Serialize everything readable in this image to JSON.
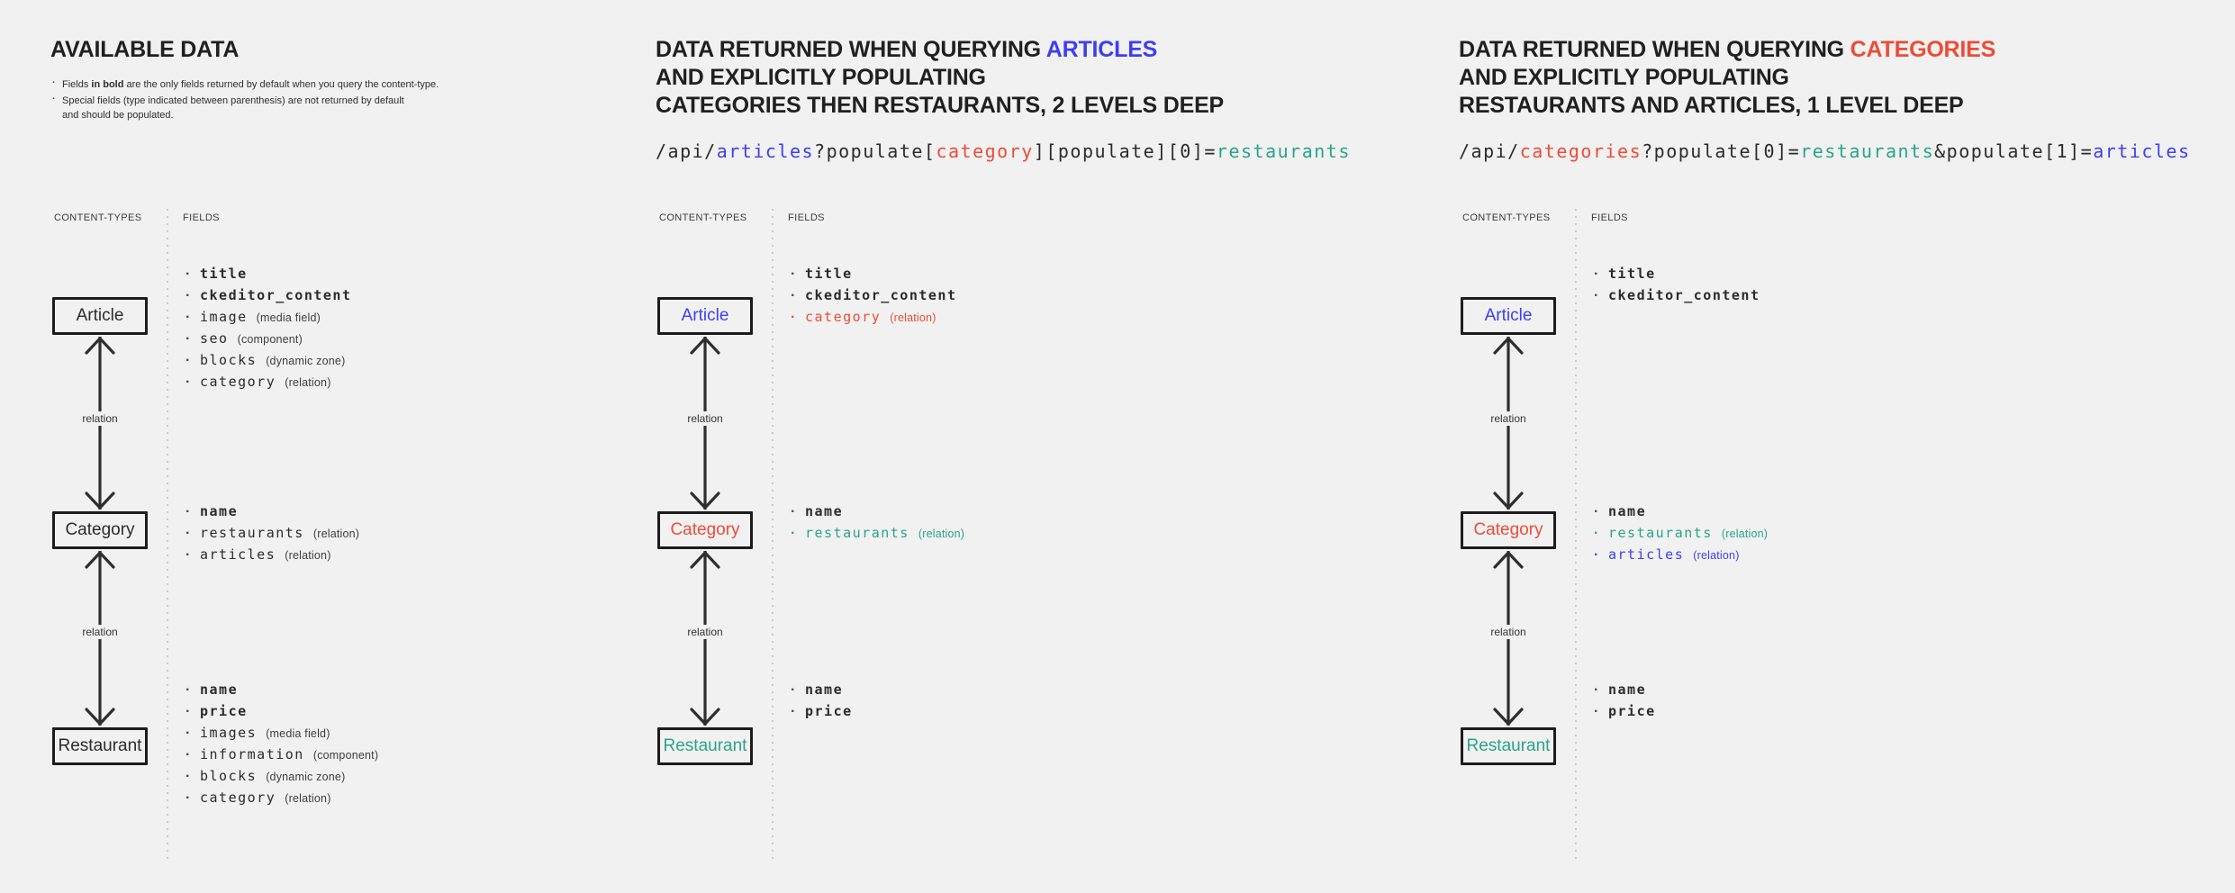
{
  "page_background": "#f1f1f2",
  "colors": {
    "dark": "#2b2b2b",
    "blue": "#3e3ef2",
    "red": "#ee4c35",
    "teal": "#29a487"
  },
  "panels": [
    {
      "name": "available-data",
      "title_lines": [
        [
          {
            "t": "AVAILABLE DATA"
          }
        ]
      ],
      "notes": [
        {
          "lines": [
            [
              {
                "t": "Fields "
              },
              {
                "t": "in bold",
                "b": true
              },
              {
                "t": " are the only fields returned by default when you query the content-type."
              }
            ]
          ]
        },
        {
          "lines": [
            [
              {
                "t": "Special fields (type indicated between parenthesis) are not returned by default"
              }
            ],
            [
              {
                "t": "and should be populated."
              }
            ]
          ]
        }
      ],
      "content_types_label": "CONTENT-TYPES",
      "fields_label": "FIELDS",
      "relation_label": "relation",
      "nodes": [
        {
          "label": "Article",
          "color": "dark",
          "fields": [
            {
              "n": "title",
              "b": true
            },
            {
              "n": "ckeditor_content",
              "b": true
            },
            {
              "n": "image",
              "type": "(media field)"
            },
            {
              "n": "seo",
              "type": "(component)"
            },
            {
              "n": "blocks",
              "type": "(dynamic zone)"
            },
            {
              "n": "category",
              "type": "(relation)"
            }
          ]
        },
        {
          "label": "Category",
          "color": "dark",
          "fields": [
            {
              "n": "name",
              "b": true
            },
            {
              "n": "restaurants",
              "type": "(relation)"
            },
            {
              "n": "articles",
              "type": "(relation)"
            }
          ]
        },
        {
          "label": "Restaurant",
          "color": "dark",
          "fields": [
            {
              "n": "name",
              "b": true
            },
            {
              "n": "price",
              "b": true
            },
            {
              "n": "images",
              "type": "(media field)"
            },
            {
              "n": "information",
              "type": "(component)"
            },
            {
              "n": "blocks",
              "type": "(dynamic zone)"
            },
            {
              "n": "category",
              "type": "(relation)"
            }
          ]
        }
      ]
    },
    {
      "name": "query-articles-populate-2-levels",
      "title_lines": [
        [
          {
            "t": "DATA RETURNED WHEN QUERYING "
          },
          {
            "t": "ARTICLES",
            "c": "blue"
          }
        ],
        [
          {
            "t": "AND EXPLICITLY POPULATING"
          }
        ],
        [
          {
            "t": "CATEGORIES THEN RESTAURANTS, 2 LEVELS DEEP"
          }
        ]
      ],
      "api": [
        {
          "t": "/api/"
        },
        {
          "t": "articles",
          "c": "blue"
        },
        {
          "t": "?populate["
        },
        {
          "t": "category",
          "c": "red"
        },
        {
          "t": "][populate][0]="
        },
        {
          "t": "restaurants",
          "c": "teal"
        }
      ],
      "content_types_label": "CONTENT-TYPES",
      "fields_label": "FIELDS",
      "relation_label": "relation",
      "nodes": [
        {
          "label": "Article",
          "color": "blue",
          "fields": [
            {
              "n": "title",
              "b": true
            },
            {
              "n": "ckeditor_content",
              "b": true
            },
            {
              "n": "category",
              "type": "(relation)",
              "c": "red"
            }
          ]
        },
        {
          "label": "Category",
          "color": "red",
          "fields": [
            {
              "n": "name",
              "b": true
            },
            {
              "n": "restaurants",
              "type": "(relation)",
              "c": "teal"
            }
          ]
        },
        {
          "label": "Restaurant",
          "color": "teal",
          "fields": [
            {
              "n": "name",
              "b": true
            },
            {
              "n": "price",
              "b": true
            }
          ]
        }
      ]
    },
    {
      "name": "query-categories-populate-1-level",
      "title_lines": [
        [
          {
            "t": "DATA RETURNED WHEN QUERYING "
          },
          {
            "t": "CATEGORIES",
            "c": "red"
          }
        ],
        [
          {
            "t": "AND EXPLICITLY POPULATING"
          }
        ],
        [
          {
            "t": "RESTAURANTS AND ARTICLES, 1 LEVEL DEEP"
          }
        ]
      ],
      "api": [
        {
          "t": "/api/"
        },
        {
          "t": "categories",
          "c": "red"
        },
        {
          "t": "?populate[0]="
        },
        {
          "t": "restaurants",
          "c": "teal"
        },
        {
          "t": "&populate[1]="
        },
        {
          "t": "articles",
          "c": "blue"
        }
      ],
      "content_types_label": "CONTENT-TYPES",
      "fields_label": "FIELDS",
      "relation_label": "relation",
      "nodes": [
        {
          "label": "Article",
          "color": "blue",
          "fields": [
            {
              "n": "title",
              "b": true
            },
            {
              "n": "ckeditor_content",
              "b": true
            }
          ]
        },
        {
          "label": "Category",
          "color": "red",
          "fields": [
            {
              "n": "name",
              "b": true
            },
            {
              "n": "restaurants",
              "type": "(relation)",
              "c": "teal"
            },
            {
              "n": "articles",
              "type": "(relation)",
              "c": "blue"
            }
          ]
        },
        {
          "label": "Restaurant",
          "color": "teal",
          "fields": [
            {
              "n": "name",
              "b": true
            },
            {
              "n": "price",
              "b": true
            }
          ]
        }
      ]
    }
  ]
}
